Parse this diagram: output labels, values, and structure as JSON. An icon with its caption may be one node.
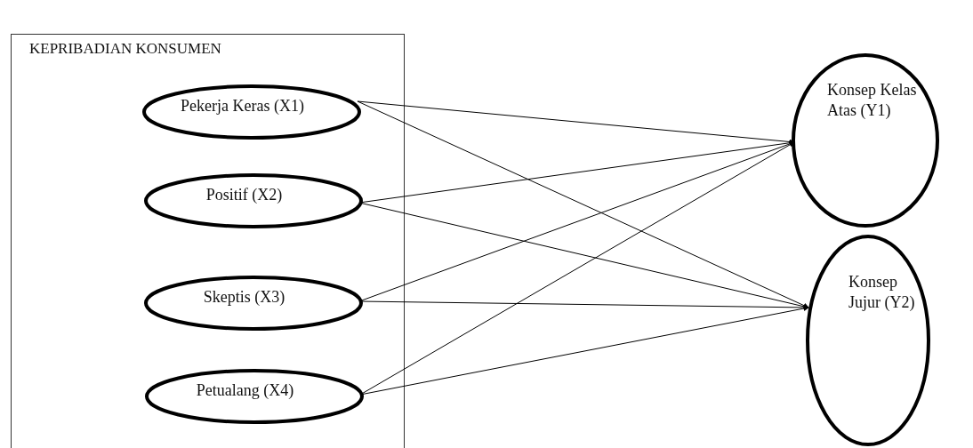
{
  "diagram": {
    "nodes": [
      {
        "text": [
          "KEPRIBADIAN KONSUMEN"
        ]
      },
      {
        "text": [
          "Pekerja Keras (X1)"
        ],
        "in": 0
      },
      {
        "text": [
          "Positif (X2)"
        ],
        "in": 0
      },
      {
        "text": [
          "Skeptis (X3)"
        ],
        "in": 0
      },
      {
        "text": [
          "Petualang (X4)"
        ],
        "in": 0
      },
      {
        "text": [
          "Konsep Kelas Atas (Y1)"
        ]
      },
      {
        "text": [
          "Konsep Jujur (Y2)"
        ]
      }
    ],
    "edges": [
      {
        "from": 1,
        "to": 5,
        "arrow": "to"
      },
      {
        "from": 1,
        "to": 6,
        "arrow": "to"
      },
      {
        "from": 2,
        "to": 5,
        "arrow": "to"
      },
      {
        "from": 2,
        "to": 6,
        "arrow": "to"
      },
      {
        "from": 3,
        "to": 5,
        "arrow": "to"
      },
      {
        "from": 3,
        "to": 6,
        "arrow": "to"
      },
      {
        "from": 4,
        "to": 5,
        "arrow": "to"
      },
      {
        "from": 4,
        "to": 6,
        "arrow": "to"
      }
    ]
  }
}
